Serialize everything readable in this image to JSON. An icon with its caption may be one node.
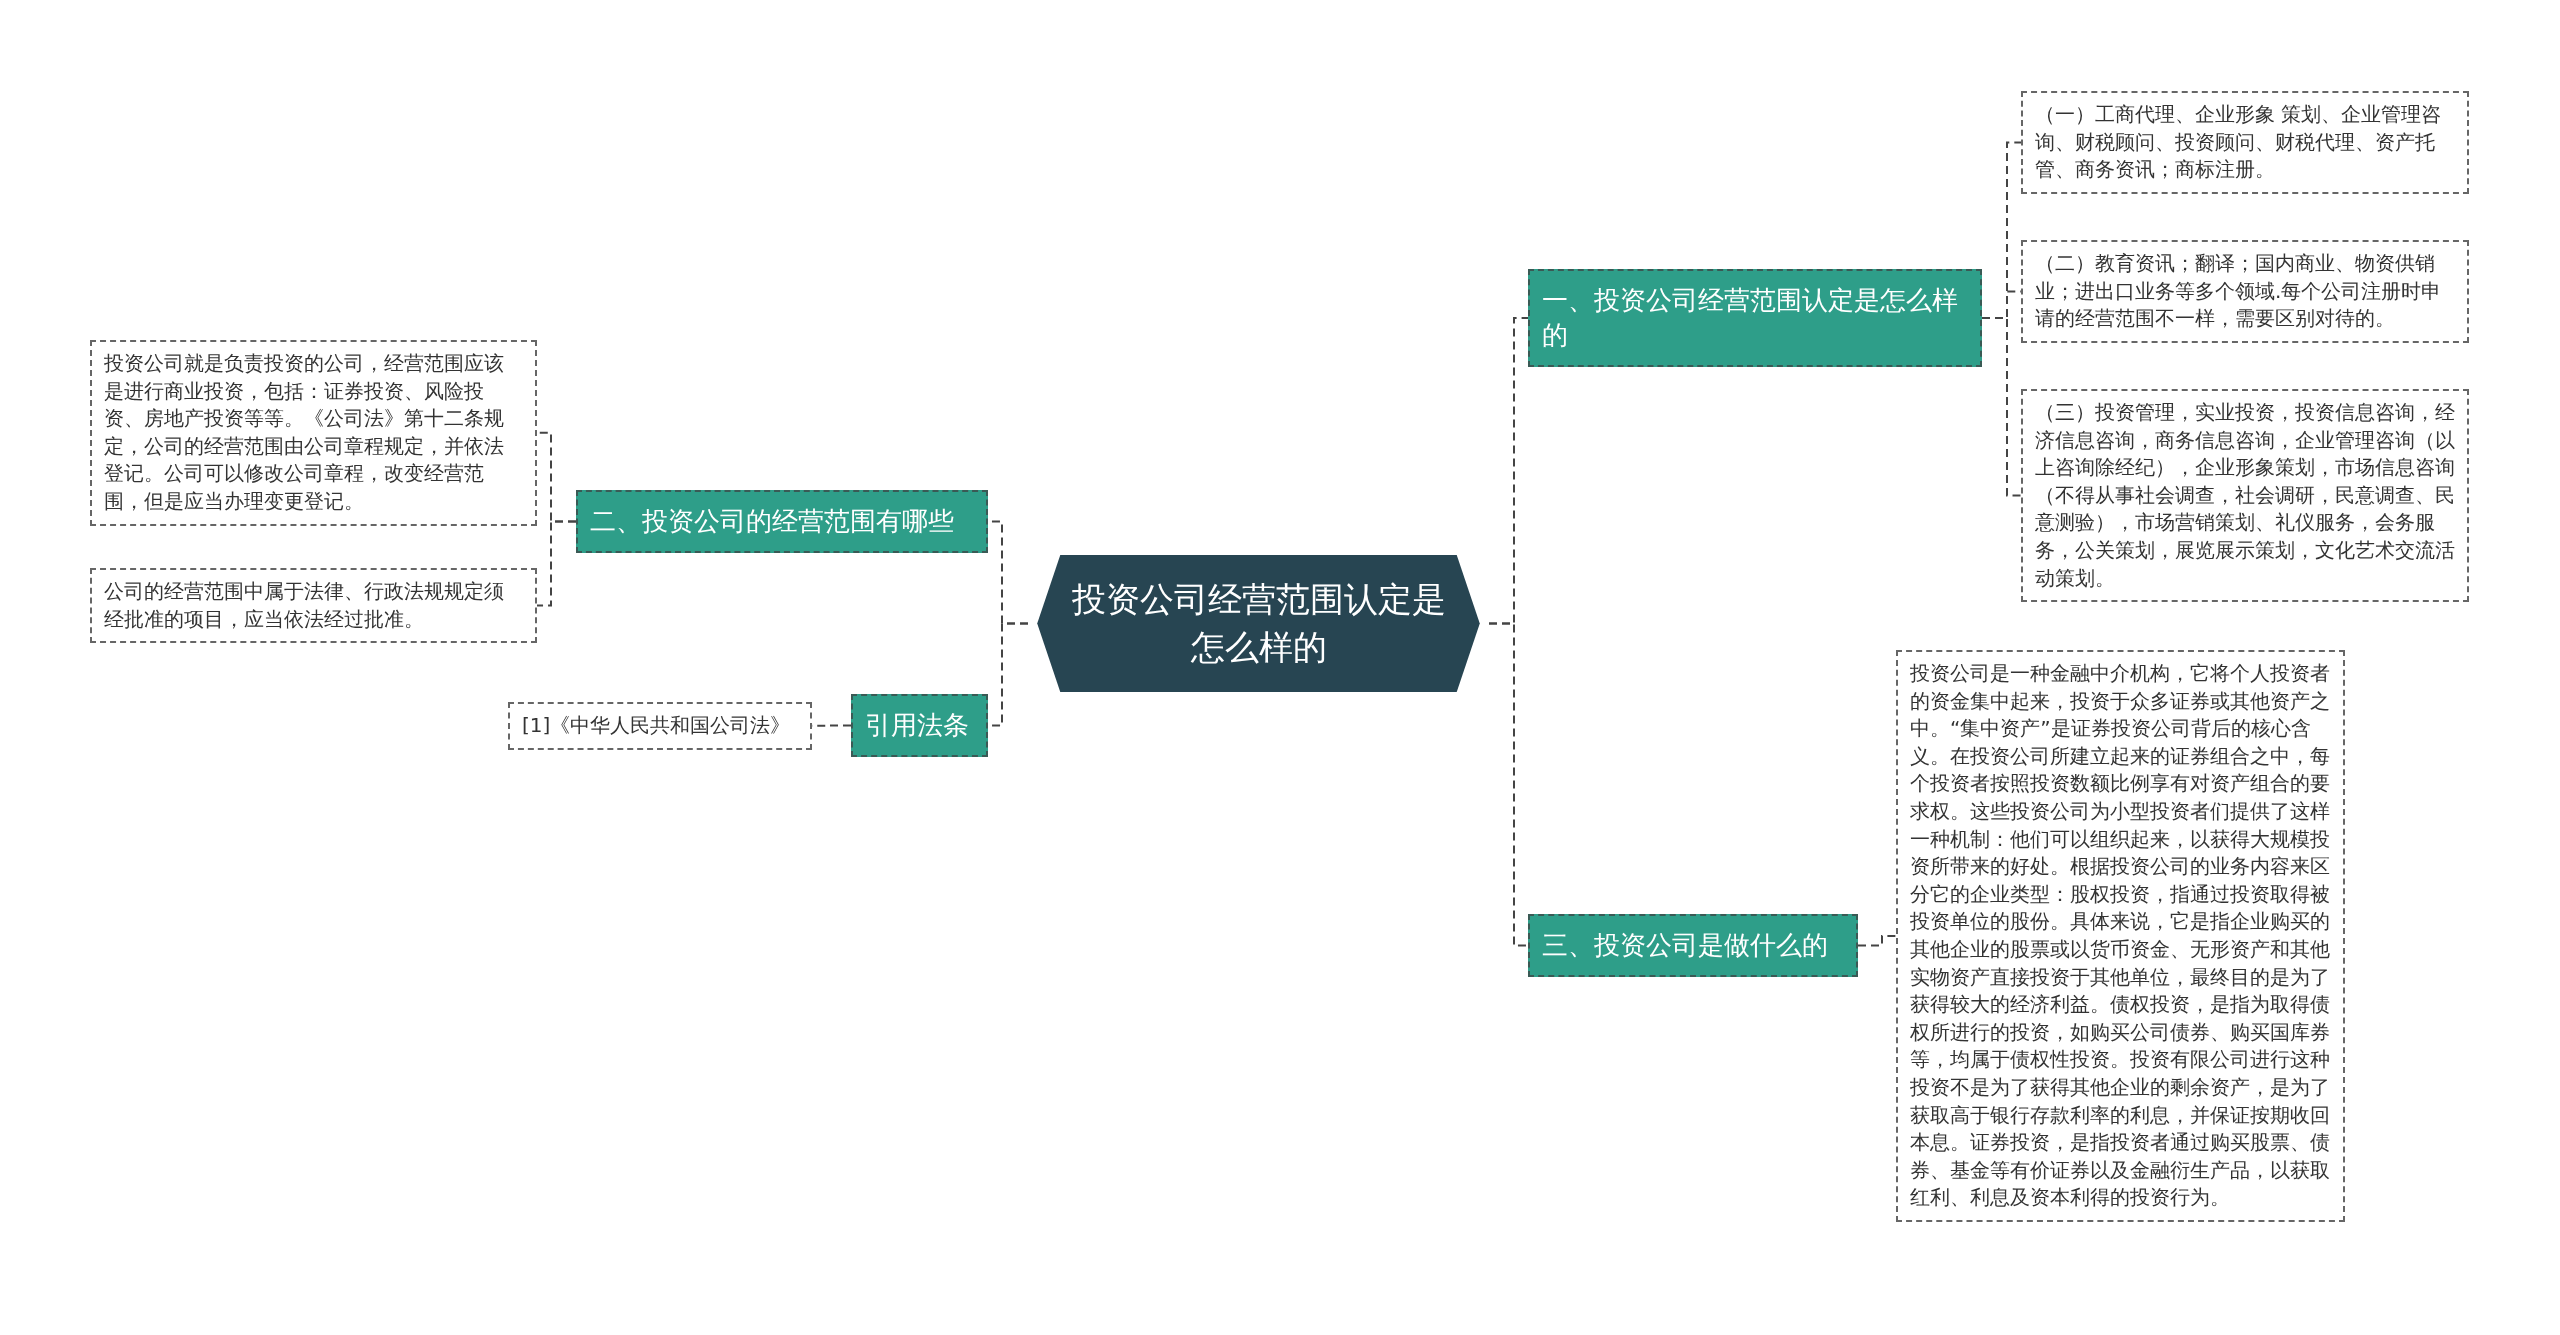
{
  "diagram": {
    "nodes": [
      {
        "text": [
          "投资公司经营范围认定是怎么样的"
        ]
      },
      {
        "text": [
          "一、投资公司经营范围认定是怎么样的"
        ]
      },
      {
        "text": [
          "（一）工商代理、企业形象 策划、企业管理咨询、财税顾问、投资顾问、财税代理、资产托管、商务资讯；商标注册。"
        ]
      },
      {
        "text": [
          "（二）教育资讯；翻译；国内商业、物资供销业；进出口业务等多个领域.每个公司注册时申请的经营范围不一样，需要区别对待的。"
        ]
      },
      {
        "text": [
          "（三）投资管理，实业投资，投资信息咨询，经济信息咨询，商务信息咨询，企业管理咨询（以上咨询除经纪），企业形象策划，市场信息咨询（不得从事社会调查，社会调研，民意调查、民意测验），市场营销策划、礼仪服务，会务服务，公关策划，展览展示策划，文化艺术交流活动策划。"
        ]
      },
      {
        "text": [
          "三、投资公司是做什么的"
        ]
      },
      {
        "text": [
          "投资公司是一种金融中介机构，它将个人投资者的资金集中起来，投资于众多证券或其他资产之中。“集中资产”是证券投资公司背后的核心含义。在投资公司所建立起来的证券组合之中，每个投资者按照投资数额比例享有对资产组合的要求权。这些投资公司为小型投资者们提供了这样一种机制：他们可以组织起来，以获得大规模投资所带来的好处。根据投资公司的业务内容来区分它的企业类型：股权投资，指通过投资取得被投资单位的股份。具体来说，它是指企业购买的其他企业的股票或以货币资金、无形资产和其他实物资产直接投资于其他单位，最终目的是为了获得较大的经济利益。债权投资，是指为取得债权所进行的投资，如购买公司债券、购买国库券等，均属于债权性投资。投资有限公司进行这种投资不是为了获得其他企业的剩余资产，是为了获取高于银行存款利率的利息，并保证按期收回本息。证券投资，是指投资者通过购买股票、债券、基金等有价证券以及金融衍生产品，以获取红利、利息及资本利得的投资行为。"
        ]
      },
      {
        "text": [
          "二、投资公司的经营范围有哪些"
        ]
      },
      {
        "text": [
          "投资公司就是负责投资的公司，经营范围应该是进行商业投资，包括：证券投资、风险投资、房地产投资等等。《公司法》第十二条规定，公司的经营范围由公司章程规定，并依法登记。公司可以修改公司章程，改变经营范围，但是应当办理变更登记。"
        ]
      },
      {
        "text": [
          "公司的经营范围中属于法律、行政法规规定须经批准的项目，应当依法经过批准。"
        ]
      },
      {
        "text": [
          "引用法条"
        ]
      },
      {
        "text": [
          "[1]《中华人民共和国公司法》"
        ]
      }
    ],
    "edges": [
      {
        "from": 0,
        "to": 1,
        "arrow": "none"
      },
      {
        "from": 1,
        "to": 2,
        "arrow": "none"
      },
      {
        "from": 1,
        "to": 3,
        "arrow": "none"
      },
      {
        "from": 1,
        "to": 4,
        "arrow": "none"
      },
      {
        "from": 0,
        "to": 5,
        "arrow": "none"
      },
      {
        "from": 5,
        "to": 6,
        "arrow": "none"
      },
      {
        "from": 0,
        "to": 7,
        "arrow": "none"
      },
      {
        "from": 7,
        "to": 8,
        "arrow": "none"
      },
      {
        "from": 7,
        "to": 9,
        "arrow": "none"
      },
      {
        "from": 0,
        "to": 10,
        "arrow": "none"
      },
      {
        "from": 10,
        "to": 11,
        "arrow": "none"
      }
    ]
  }
}
